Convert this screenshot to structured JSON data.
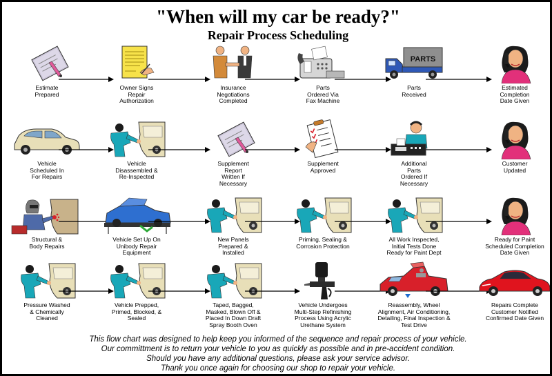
{
  "title": "\"When will my car be ready?\"",
  "subtitle": "Repair Process Scheduling",
  "rows": [
    {
      "steps": [
        {
          "label": "Estimate\nPrepared",
          "icon": "clipboard-icon"
        },
        {
          "label": "Owner Signs\nRepair\nAuthorization",
          "icon": "document-signing-icon"
        },
        {
          "label": "Insurance\nNegotiations\nCompleted",
          "icon": "handshake-icon"
        },
        {
          "label": "Parts\nOrdered Via\nFax Machine",
          "icon": "fax-machine-icon"
        },
        {
          "label": "Parts\nReceived",
          "icon": "parts-truck-icon"
        },
        {
          "label": "Estimated\nCompletion\nDate Given",
          "icon": "woman-phone-icon"
        }
      ]
    },
    {
      "steps": [
        {
          "label": "Vehicle\nScheduled In\nFor Repairs",
          "icon": "car-icon"
        },
        {
          "label": "Vehicle\nDisassembled &\nRe-Inspected",
          "icon": "mechanic-icon"
        },
        {
          "label": "Supplement\nReport\nWritten If\nNecessary",
          "icon": "clipboard-icon"
        },
        {
          "label": "Supplement\nApproved",
          "icon": "checklist-icon"
        },
        {
          "label": "Additional\nParts\nOrdered If\nNecessary",
          "icon": "man-fax-icon"
        },
        {
          "label": "Customer\nUpdated",
          "icon": "woman-phone-icon"
        }
      ]
    },
    {
      "steps": [
        {
          "label": "Structural &\nBody Repairs",
          "icon": "welder-icon"
        },
        {
          "label": "Vehicle Set Up On\nUnibody Repair\nEquipment",
          "icon": "frame-machine-icon"
        },
        {
          "label": "New Panels\nPrepared &\nInstalled",
          "icon": "mechanic-icon"
        },
        {
          "label": "Priming, Sealing &\nCorrosion Protection",
          "icon": "mechanic-icon"
        },
        {
          "label": "All Work Inspected,\nInitial Tests Done\nReady for Paint Dept",
          "icon": "mechanic-icon"
        },
        {
          "label": "Ready for Paint\nScheduled Completion\nDate Given",
          "icon": "woman-phone-icon"
        }
      ]
    },
    {
      "steps": [
        {
          "label": "Pressure Washed\n& Chemically\nCleaned",
          "icon": "mechanic-icon"
        },
        {
          "label": "Vehicle Prepped,\nPrimed, Blocked, &\nSealed",
          "icon": "mechanic-icon"
        },
        {
          "label": "Taped, Bagged,\nMasked, Blown Off &\nPlaced In Down Draft\nSpray Booth Oven",
          "icon": "mechanic-icon"
        },
        {
          "label": "Vehicle Undergoes\nMulti-Step Refinishing\nProcess Using Acrylic\nUrethane System",
          "icon": "spray-gun-icon"
        },
        {
          "label": "Reassembly, Wheel\nAlignment, Air Conditioning,\nDetailing, Final Inspection &\nTest Drive",
          "icon": "red-car-hood-icon"
        },
        {
          "label": "Repairs Complete\nCustomer Notified\nConfirmed Date Given",
          "icon": "red-sports-car-icon"
        }
      ]
    }
  ],
  "footer": [
    "This flow chart was designed to help keep you informed of the sequence and repair process of your vehicle.",
    "Our committment is to return your vehicle to you as quickly as possible and in pre-accident condition.",
    "Should you have any additional questions, please ask your service advisor.",
    "Thank you once again for choosing our shop to repair your vehicle."
  ],
  "colors": {
    "skin": "#f0b383",
    "teal": "#19a7b8",
    "pink": "#e2307a",
    "red": "#d8202a",
    "tan": "#e8dfb8"
  }
}
